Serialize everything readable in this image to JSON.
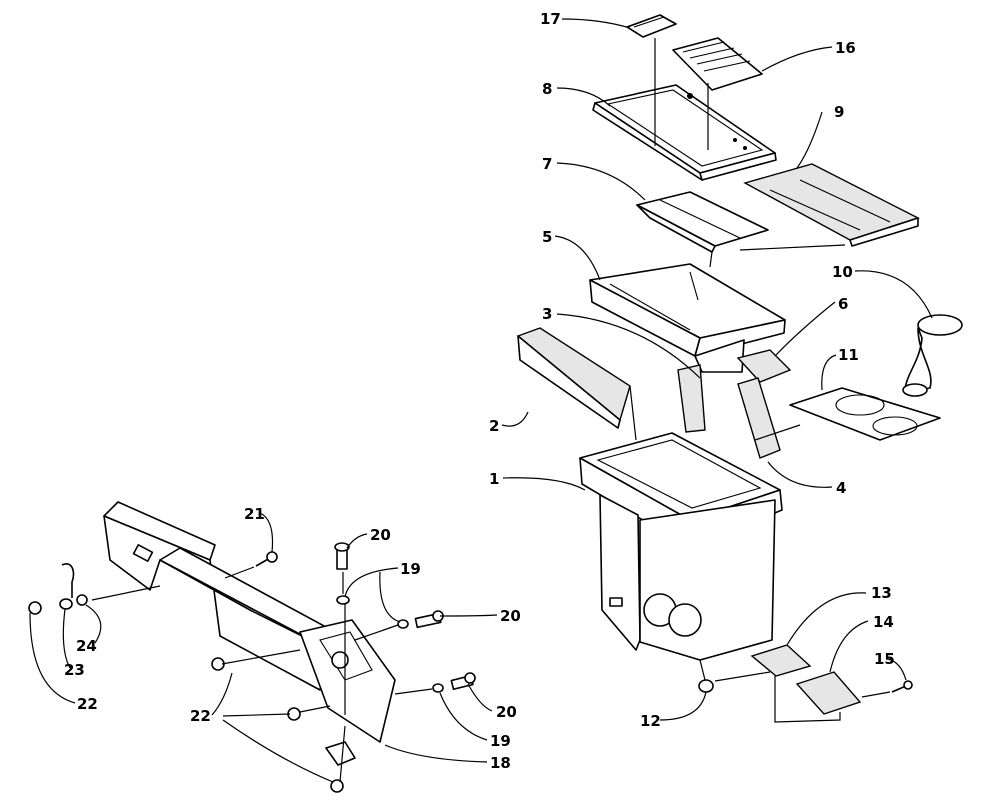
{
  "callouts": [
    {
      "id": "c1",
      "label": "1"
    },
    {
      "id": "c2",
      "label": "2"
    },
    {
      "id": "c3",
      "label": "3"
    },
    {
      "id": "c4",
      "label": "4"
    },
    {
      "id": "c5",
      "label": "5"
    },
    {
      "id": "c6",
      "label": "6"
    },
    {
      "id": "c7",
      "label": "7"
    },
    {
      "id": "c8",
      "label": "8"
    },
    {
      "id": "c9",
      "label": "9"
    },
    {
      "id": "c10",
      "label": "10"
    },
    {
      "id": "c11",
      "label": "11"
    },
    {
      "id": "c12",
      "label": "12"
    },
    {
      "id": "c13",
      "label": "13"
    },
    {
      "id": "c14",
      "label": "14"
    },
    {
      "id": "c15",
      "label": "15"
    },
    {
      "id": "c16",
      "label": "16"
    },
    {
      "id": "c17",
      "label": "17"
    },
    {
      "id": "c18",
      "label": "18"
    },
    {
      "id": "c19a",
      "label": "19"
    },
    {
      "id": "c19b",
      "label": "19"
    },
    {
      "id": "c20a",
      "label": "20"
    },
    {
      "id": "c20b",
      "label": "20"
    },
    {
      "id": "c20c",
      "label": "20"
    },
    {
      "id": "c21",
      "label": "21"
    },
    {
      "id": "c22a",
      "label": "22"
    },
    {
      "id": "c22b",
      "label": "22"
    },
    {
      "id": "c23",
      "label": "23"
    },
    {
      "id": "c24",
      "label": "24"
    }
  ]
}
